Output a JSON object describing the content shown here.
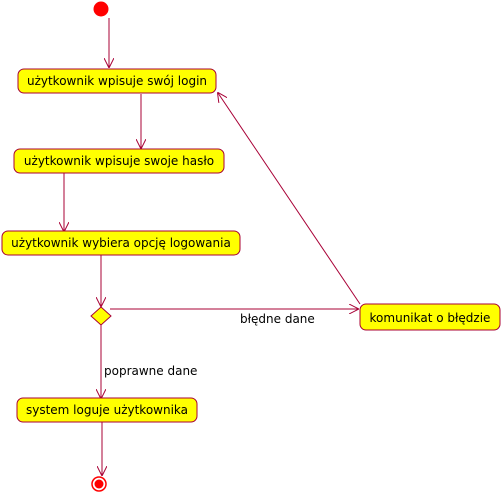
{
  "diagram": {
    "type": "UML activity diagram",
    "colors": {
      "node_fill": "#ffff00",
      "node_border": "#a80036",
      "edge": "#a80036",
      "start": "#ff0000",
      "text": "#000000"
    },
    "nodes": {
      "enter_login": "użytkownik wpisuje swój login",
      "enter_password": "użytkownik wpisuje swoje hasło",
      "choose_login": "użytkownik wybiera opcję logowania",
      "error_message": "komunikat o błędzie",
      "system_logs_in": "system loguje użytkownika"
    },
    "edges": {
      "wrong_data": "błędne dane",
      "correct_data": "poprawne dane"
    }
  }
}
